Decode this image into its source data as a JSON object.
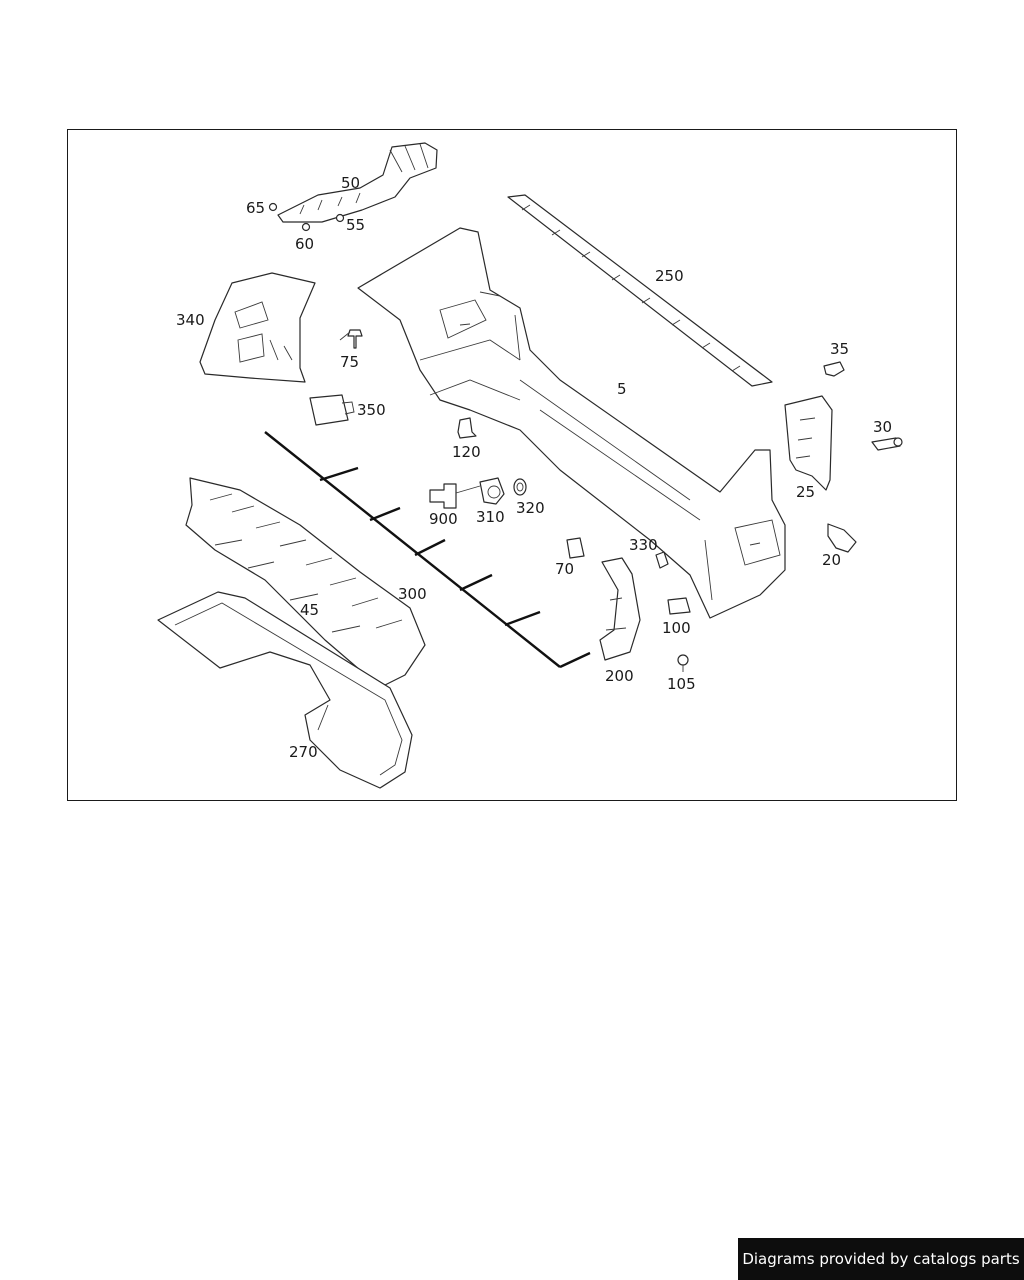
{
  "diagram": {
    "callouts": {
      "p5": "5",
      "p20": "20",
      "p25": "25",
      "p30": "30",
      "p35": "35",
      "p45": "45",
      "p50": "50",
      "p55": "55",
      "p60": "60",
      "p65": "65",
      "p70": "70",
      "p75": "75",
      "p100": "100",
      "p105": "105",
      "p120": "120",
      "p200": "200",
      "p250": "250",
      "p270": "270",
      "p300": "300",
      "p310": "310",
      "p320": "320",
      "p330": "330",
      "p340": "340",
      "p350": "350",
      "p900": "900"
    }
  },
  "footer": {
    "credit": "Diagrams provided by catalogs parts"
  }
}
